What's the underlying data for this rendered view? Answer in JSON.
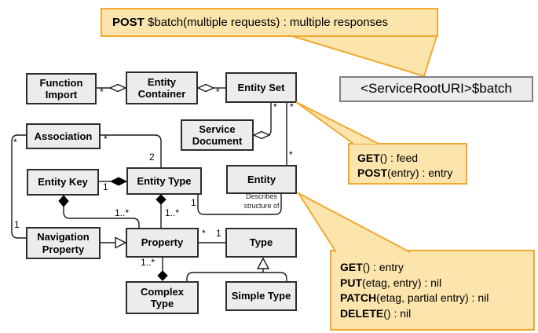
{
  "nodes": {
    "function_import": "Function\nImport",
    "entity_container": "Entity\nContainer",
    "entity_set": "Entity Set",
    "service_root": "<ServiceRootURI>$batch",
    "association": "Association",
    "service_document": "Service\nDocument",
    "entity_key": "Entity Key",
    "entity_type": "Entity Type",
    "entity": "Entity",
    "navigation_property": "Navigation\nProperty",
    "property": "Property",
    "type": "Type",
    "complex_type": "Complex\nType",
    "simple_type": "Simple Type"
  },
  "callouts": {
    "batch": {
      "method": "POST",
      "rest": " $batch(multiple requests) : multiple responses"
    },
    "entity_set": {
      "lines": [
        {
          "method": "GET",
          "rest": "() : feed"
        },
        {
          "method": "POST",
          "rest": "(entry) : entry"
        }
      ]
    },
    "entity": {
      "lines": [
        {
          "method": "GET",
          "rest": "() : entry"
        },
        {
          "method": "PUT",
          "rest": "(etag, entry) : nil"
        },
        {
          "method": "PATCH",
          "rest": "(etag, partial entry) : nil"
        },
        {
          "method": "DELETE",
          "rest": "() : nil"
        }
      ]
    }
  },
  "labels": {
    "fi_ec": "*",
    "ec_es": "*",
    "es_sd": "*",
    "es_entity_a": "*",
    "es_entity_b": "*",
    "assoc_right": "*",
    "assoc_two": "2",
    "assoc_left": "*",
    "assoc_nav": "1",
    "ek_et": "1",
    "ek_prop": "1..*",
    "et_prop": "1..*",
    "et_entity": "1",
    "prop_type_star": "*",
    "prop_type_one": "1",
    "prop_ct": "1..*"
  },
  "annotations": {
    "describes": "Describes\nstructure of"
  },
  "colors": {
    "callout_fill": "#FBE5AD",
    "callout_border": "#F0A830",
    "box_fill": "#ECECEC",
    "box_border": "#2D2D2D",
    "uri_border": "#808080",
    "line_color": "#1A1A1A"
  }
}
